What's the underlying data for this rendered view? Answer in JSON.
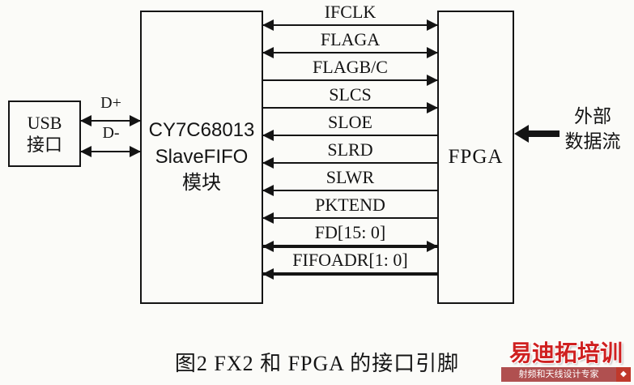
{
  "colors": {
    "background": "#fbfbf8",
    "line": "#141414",
    "watermark_red": "#cf2020"
  },
  "usb_box": {
    "line1": "USB",
    "line2": "接口"
  },
  "usb_links": [
    {
      "label": "D+",
      "direction": "both"
    },
    {
      "label": "D-",
      "direction": "both"
    }
  ],
  "fx2_box": {
    "line1": "CY7C68013",
    "line2": "SlaveFIFO",
    "line3": "模块"
  },
  "fpga_box": {
    "label": "FPGA"
  },
  "signals": [
    {
      "name": "IFCLK",
      "direction": "both",
      "bus": false
    },
    {
      "name": "FLAGA",
      "direction": "both",
      "bus": false
    },
    {
      "name": "FLAGB/C",
      "direction": "right",
      "bus": false
    },
    {
      "name": "SLCS",
      "direction": "right",
      "bus": false
    },
    {
      "name": "SLOE",
      "direction": "left",
      "bus": false
    },
    {
      "name": "SLRD",
      "direction": "left",
      "bus": false
    },
    {
      "name": "SLWR",
      "direction": "left",
      "bus": false
    },
    {
      "name": "PKTEND",
      "direction": "left",
      "bus": false
    },
    {
      "name": "FD[15: 0]",
      "direction": "both",
      "bus": true
    },
    {
      "name": "FIFOADR[1: 0]",
      "direction": "left",
      "bus": true
    }
  ],
  "external_stream": {
    "line1": "外部",
    "line2": "数据流",
    "direction": "left"
  },
  "caption": "图2  FX2 和 FPGA 的接口引脚",
  "watermark": {
    "title": "易迪拓培训",
    "subtitle": "射频和天线设计专家",
    "badge": "◆"
  }
}
